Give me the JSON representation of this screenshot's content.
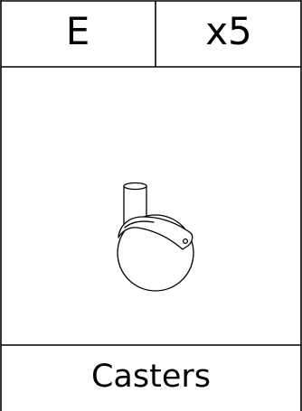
{
  "part": {
    "letter": "E",
    "quantity": "x5",
    "name": "Casters"
  },
  "illustration": {
    "icon": "caster-wheel-icon"
  },
  "colors": {
    "ink": "#000000",
    "paper": "#ffffff"
  }
}
